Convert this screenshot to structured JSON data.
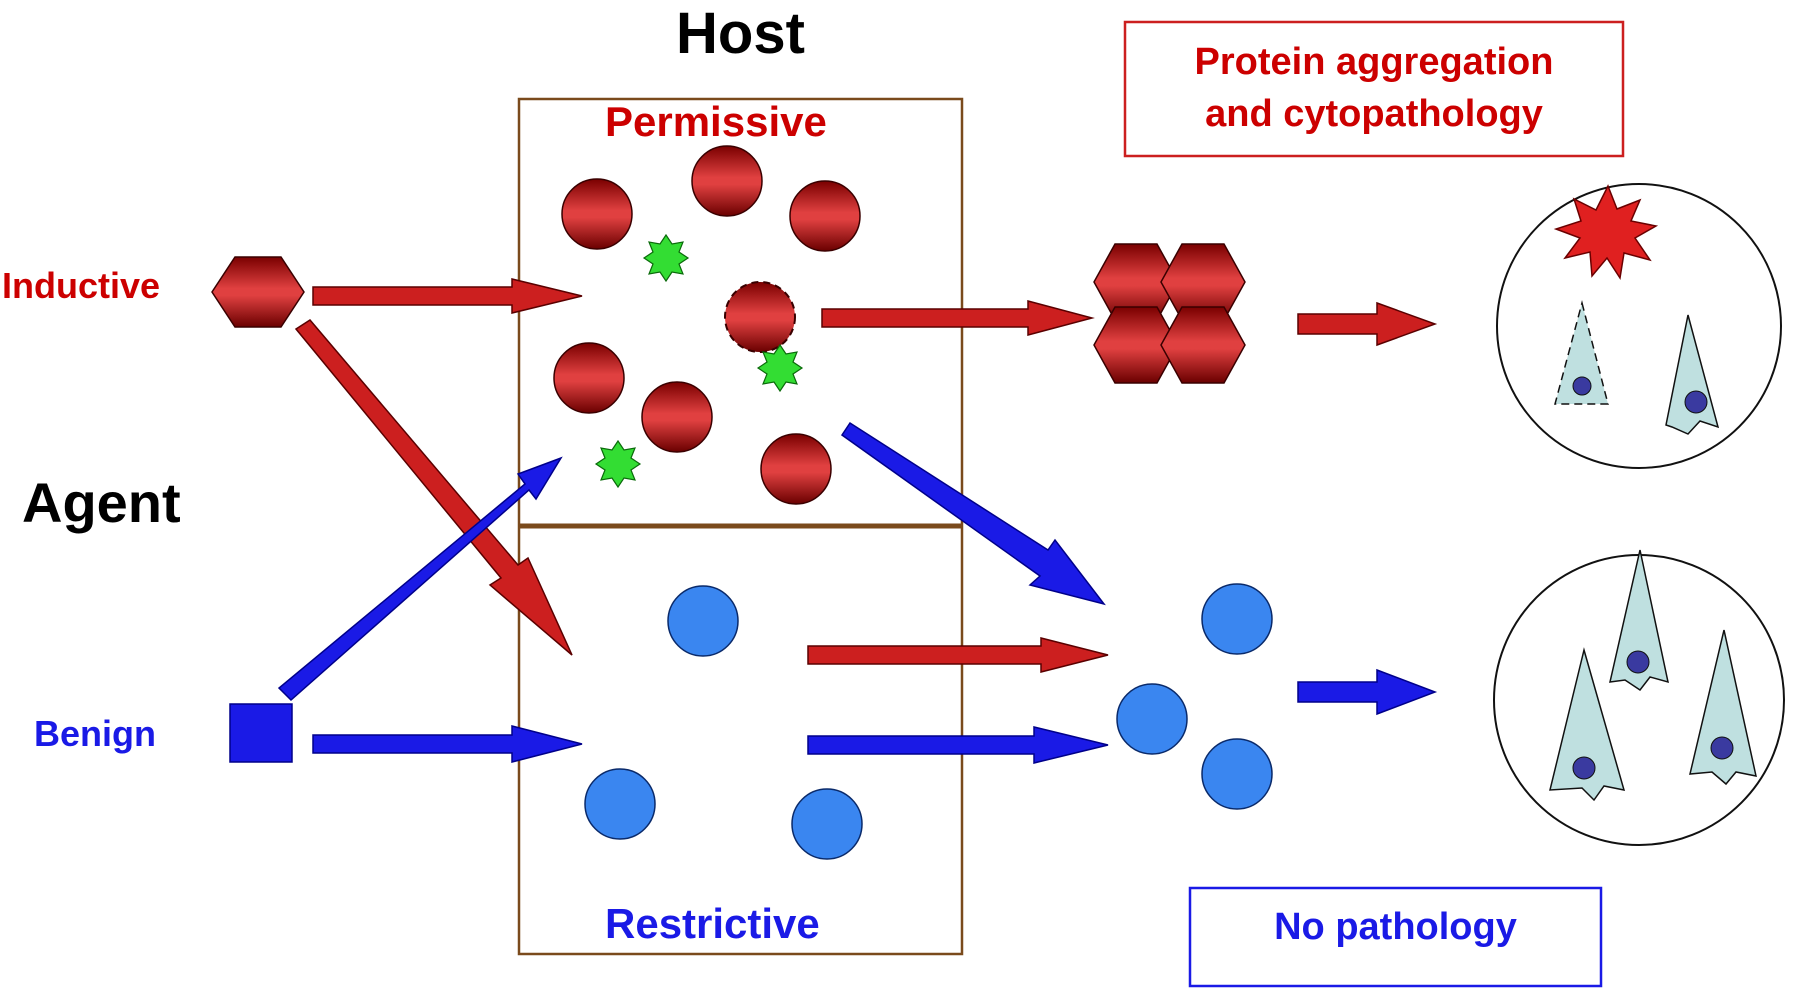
{
  "host": {
    "title": "Host"
  },
  "agent": {
    "title": "Agent",
    "inductive_label": "Inductive",
    "benign_label": "Benign"
  },
  "host_box": {
    "permissive_label": "Permissive",
    "restrictive_label": "Restrictive"
  },
  "outcomes": {
    "pathology_label": "Protein aggregation\nand cytopathology",
    "no_pathology_label": "No pathology"
  },
  "colors": {
    "red_dark": "#8b0000",
    "red_arrow": "#cc1f1f",
    "blue_arrow": "#1a1ae6",
    "blue_cell": "#3a86f0",
    "green_star": "#33dd33",
    "text_red": "#cc0000",
    "text_blue": "#1a1ae6",
    "box_brown": "#7a4a1c",
    "neuron_fill": "#bfe0e0",
    "nucleus": "#3a3aa0"
  },
  "icons": {
    "inductive_agent": "red-hexagon-icon",
    "benign_agent": "blue-square-icon",
    "aggregate": "hexagon-cluster-icon",
    "star_particle": "green-star-icon",
    "burst": "red-burst-icon",
    "neuron": "neuron-cell-icon"
  }
}
